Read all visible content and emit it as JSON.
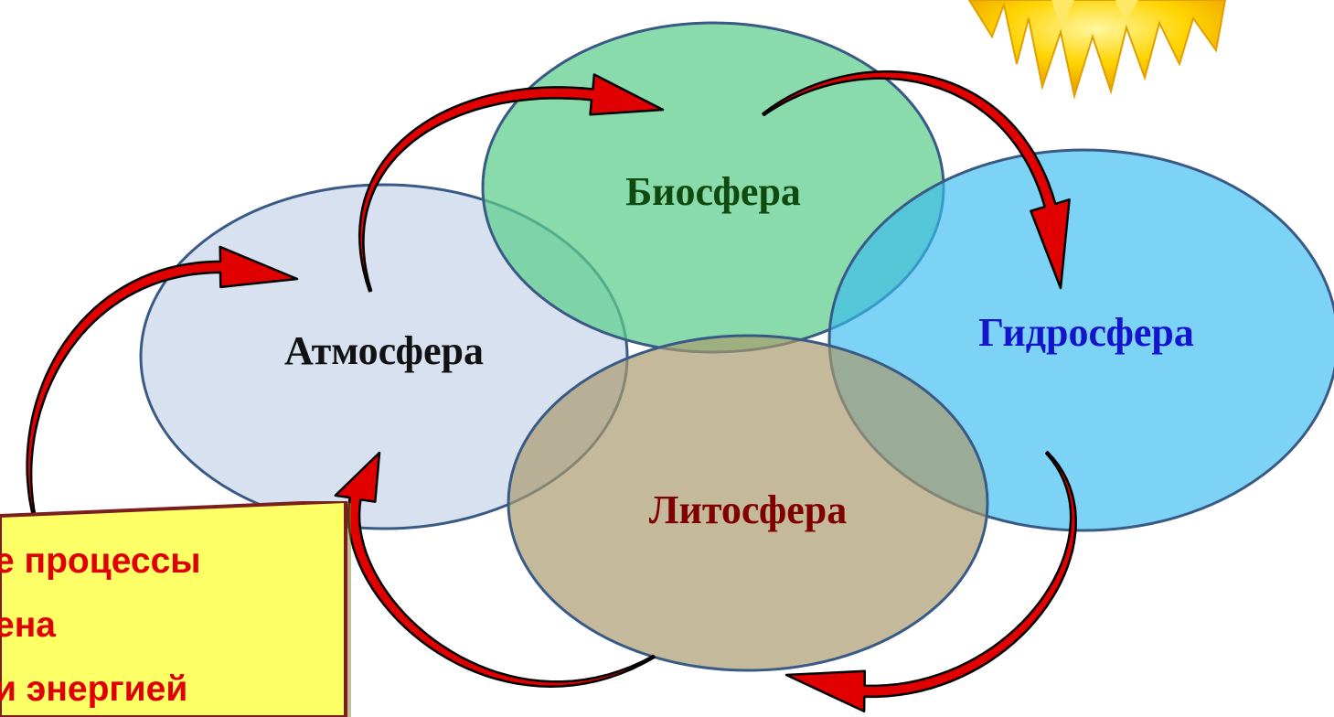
{
  "spheres": {
    "biosphere": {
      "label": "Биосфера",
      "color": "#0f4a0f"
    },
    "atmosphere": {
      "label": "Атмосфера",
      "color": "#111111"
    },
    "hydrosphere": {
      "label": "Гидросфера",
      "color": "#1414cc"
    },
    "lithosphere": {
      "label": "Литосфера",
      "color": "#800000"
    }
  },
  "callout": {
    "line1": "е процессы",
    "line2": "ена",
    "line3": "и энергией"
  },
  "colors": {
    "arrow": "#e00000",
    "callout_bg": "#ffff66",
    "callout_border": "#7a1e1e",
    "sun": "#ffd700"
  }
}
